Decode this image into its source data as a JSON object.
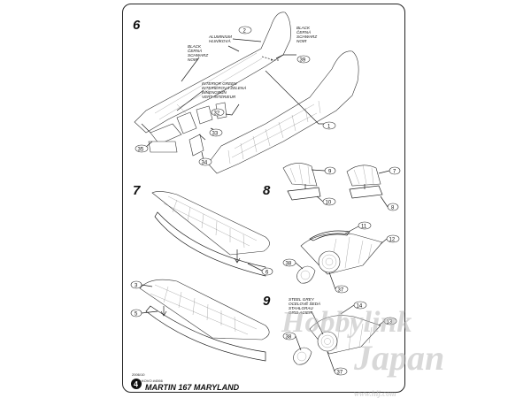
{
  "steps": [
    {
      "number": "6"
    },
    {
      "number": "7"
    },
    {
      "number": "8"
    },
    {
      "number": "9"
    }
  ],
  "notes": {
    "aluminium": [
      "ALUMINIUM",
      "HLINÍKOVÁ"
    ],
    "black_top": [
      "BLACK",
      "ČERNÁ",
      "SCHWARZ",
      "NOIR"
    ],
    "black_left": [
      "BLACK",
      "ČERNÁ",
      "SCHWARZ",
      "NOIR"
    ],
    "interior_green": [
      "INTERIOR GREEN",
      "INTERIÉROVÁ ZELENÁ",
      "INNENGRÜN",
      "VERT INTÉRIEUR"
    ],
    "steel_grey": [
      "STEEL GREY",
      "OCELOVĚ ŠEDÁ",
      "STAHLGRAU",
      "GRIS ACIER"
    ]
  },
  "callouts": {
    "c2": "2",
    "c39": "39",
    "c1": "1",
    "c32": "32",
    "c33": "33",
    "c34": "34",
    "c35": "35",
    "c6": "6",
    "c5": "5",
    "c3": "3",
    "c9": "9",
    "c10": "10",
    "c7": "7",
    "c8": "8",
    "c11": "11",
    "c12": "12",
    "c38a": "38",
    "c37a": "37",
    "c14": "14",
    "c13": "13",
    "c38b": "38",
    "c37b": "37"
  },
  "footer": {
    "code": "2006/10",
    "kit": "KOVO #4066",
    "page": "4",
    "title": "MARTIN 167 MARYLAND"
  },
  "watermark": {
    "line1": "Hobbylink",
    "line2": "Japan",
    "url": "www.hlj.com"
  }
}
